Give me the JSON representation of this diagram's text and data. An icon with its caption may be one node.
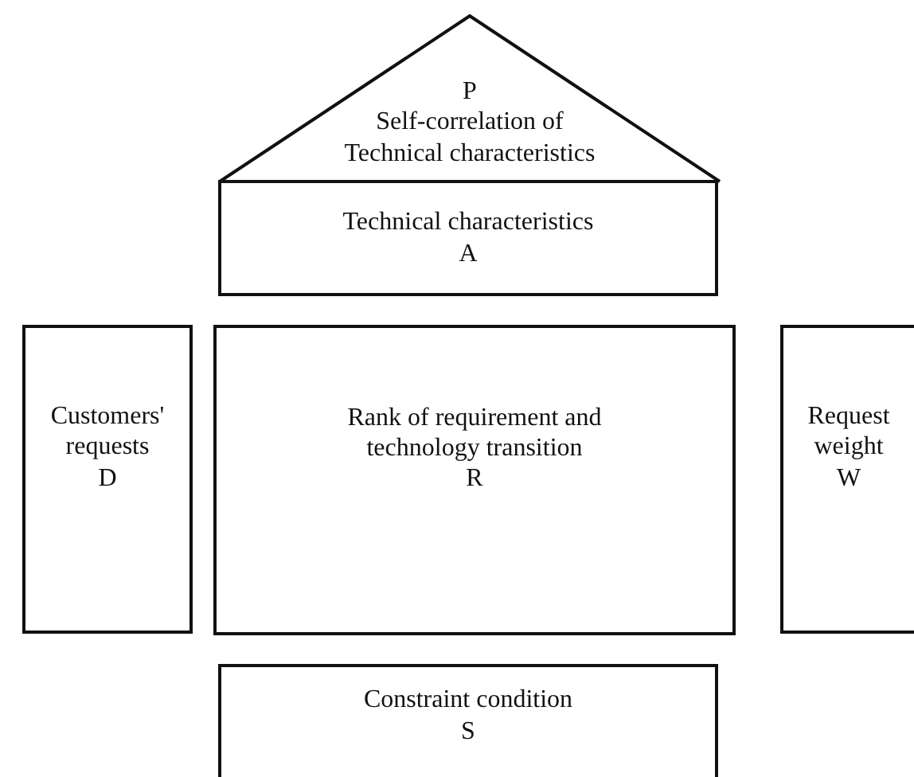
{
  "diagram": {
    "nodes": [
      {
        "text": [
          "P",
          "Self-correlation of Technical characteristics"
        ]
      },
      {
        "text": [
          "Technical characteristics",
          "A"
        ]
      },
      {
        "text": [
          "Customers' requests",
          "D"
        ]
      },
      {
        "text": [
          "Rank of requirement and technology transition",
          "R"
        ]
      },
      {
        "text": [
          "Request weight",
          "W"
        ]
      },
      {
        "text": [
          "Constraint condition",
          "S"
        ]
      }
    ]
  }
}
